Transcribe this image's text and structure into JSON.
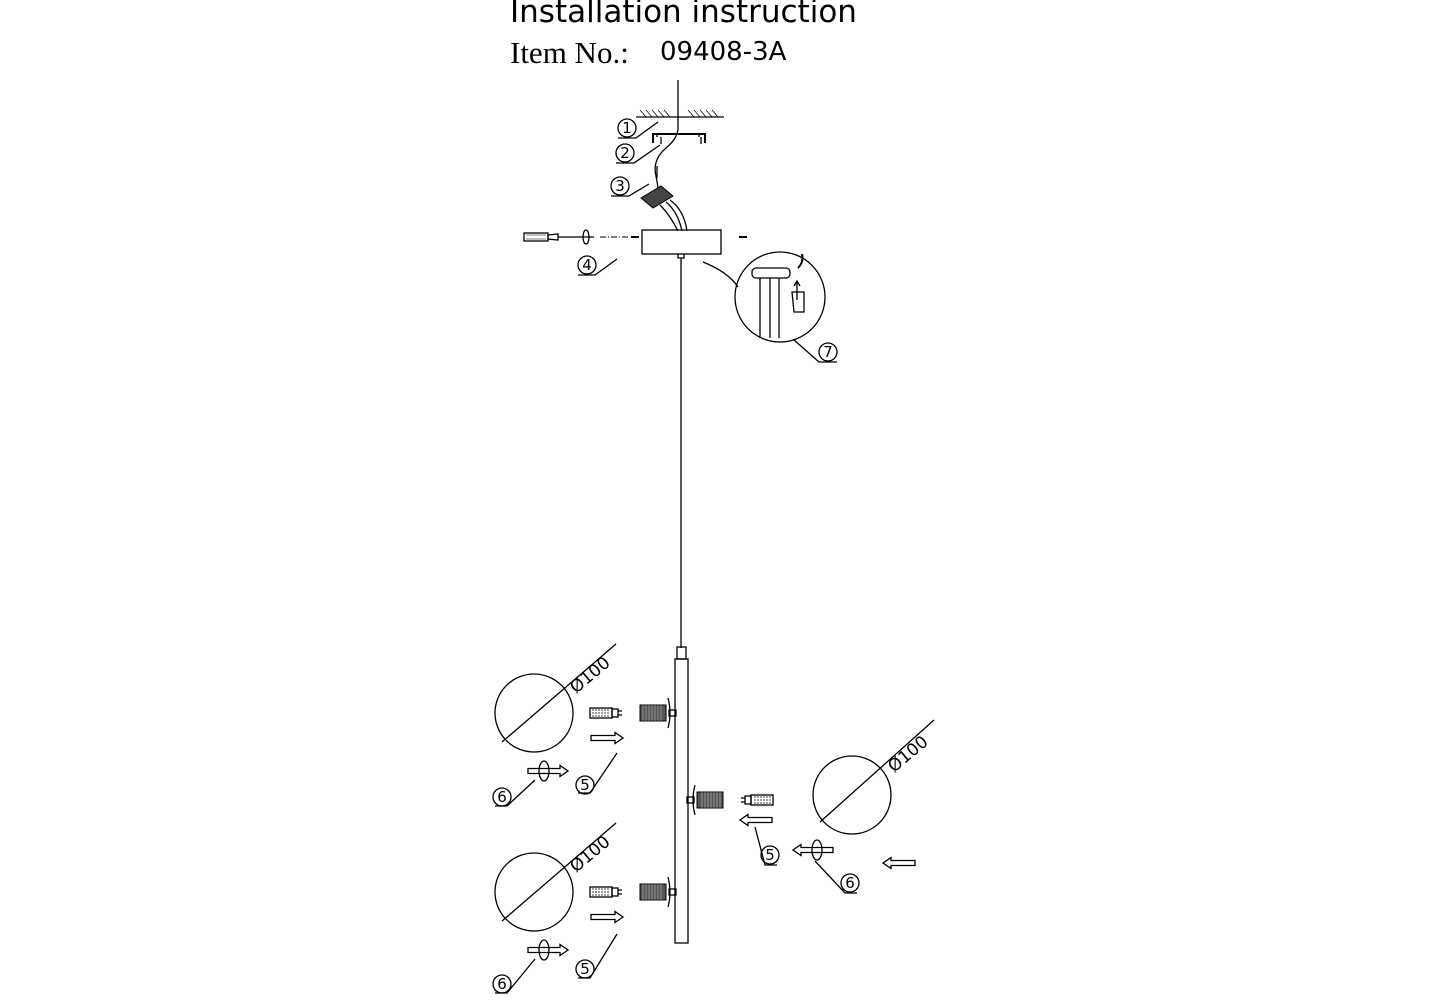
{
  "header": {
    "title": "Installation instruction",
    "item_label": "Item No.:",
    "item_number": "09408-3A"
  },
  "callouts": {
    "c1": "1",
    "c2": "2",
    "c3": "3",
    "c4": "4",
    "c7": "7",
    "c5": "5",
    "c6": "6"
  },
  "dimension": "Ø100"
}
